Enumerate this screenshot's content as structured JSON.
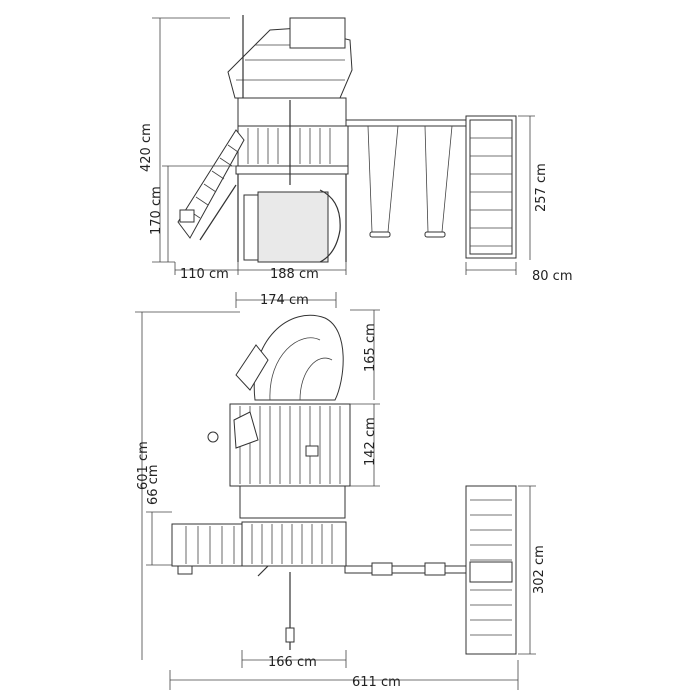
{
  "front_view": {
    "height_total": "420 cm",
    "height_deck": "170 cm",
    "width_ladder": "110 cm",
    "width_tower": "188 cm",
    "height_climber": "257 cm",
    "width_climber": "80 cm"
  },
  "top_view": {
    "width_top": "174 cm",
    "depth_slide": "165 cm",
    "depth_roof": "142 cm",
    "depth_total": "601 cm",
    "offset_left": "66 cm",
    "climber_length": "302 cm",
    "width_base": "166 cm",
    "width_total": "611 cm"
  }
}
